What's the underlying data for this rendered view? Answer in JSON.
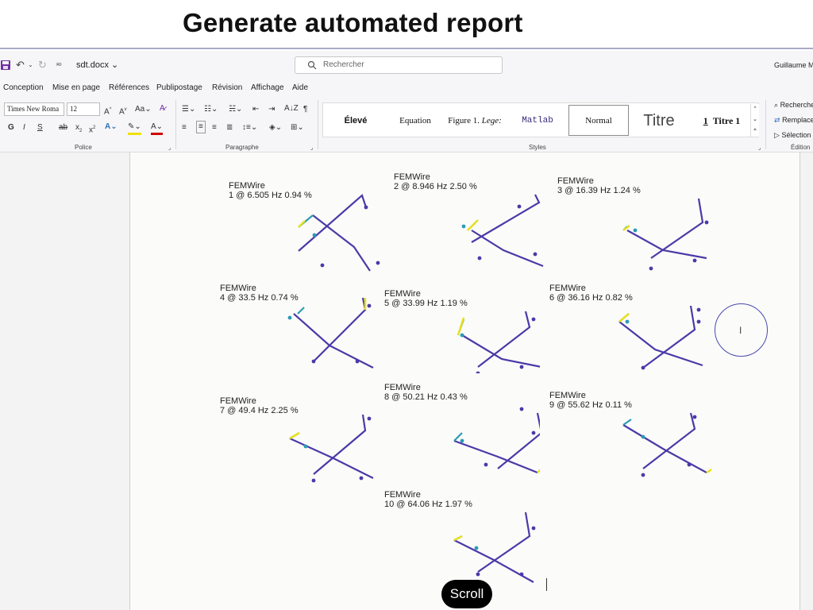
{
  "banner": {
    "title": "Generate automated report"
  },
  "titlebar": {
    "document_name": "sdt.docx",
    "search_placeholder": "Rechercher",
    "user_name": "Guillaume Ma"
  },
  "menu_tabs": [
    "Conception",
    "Mise en page",
    "Références",
    "Publipostage",
    "Révision",
    "Affichage",
    "Aide"
  ],
  "ribbon": {
    "font_name": "Times New Roma",
    "font_size": "12",
    "group_labels": {
      "police": "Police",
      "paragraphe": "Paragraphe",
      "styles": "Styles",
      "edition": "Édition"
    },
    "styles": [
      {
        "label": "Élevé"
      },
      {
        "label": "Equation"
      },
      {
        "label": "Figure 1.",
        "suffix": "Lege:"
      },
      {
        "label": "Matlab"
      },
      {
        "label": "Normal",
        "selected": true
      },
      {
        "label": "Titre"
      },
      {
        "label": "1",
        "suffix": "Titre 1"
      }
    ],
    "edition": [
      "Recherche",
      "Remplace",
      "Sélection"
    ]
  },
  "modes": [
    {
      "line1": "FEMWire",
      "line2": "1 @ 6.505 Hz 0.94 %"
    },
    {
      "line1": "FEMWire",
      "line2": "2 @ 8.946 Hz 2.50 %"
    },
    {
      "line1": "FEMWire",
      "line2": "3 @ 16.39 Hz 1.24 %"
    },
    {
      "line1": "FEMWire",
      "line2": "4 @ 33.5 Hz 0.74 %"
    },
    {
      "line1": "FEMWire",
      "line2": "5 @ 33.99 Hz 1.19 %"
    },
    {
      "line1": "FEMWire",
      "line2": "6 @ 36.16 Hz 0.82 %"
    },
    {
      "line1": "FEMWire",
      "line2": "7 @ 49.4 Hz 2.25 %"
    },
    {
      "line1": "FEMWire",
      "line2": "8 @ 50.21 Hz 0.43 %"
    },
    {
      "line1": "FEMWire",
      "line2": "9 @ 55.62 Hz 0.11 %"
    },
    {
      "line1": "FEMWire",
      "line2": "10 @ 64.06 Hz 1.97 %"
    }
  ],
  "overlay": {
    "scroll_label": "Scroll"
  },
  "colors": {
    "wire_primary": "#4a3aa8",
    "wire_mid": "#2a9bb5",
    "wire_hot": "#e8e020",
    "accent": "#7030a0"
  }
}
